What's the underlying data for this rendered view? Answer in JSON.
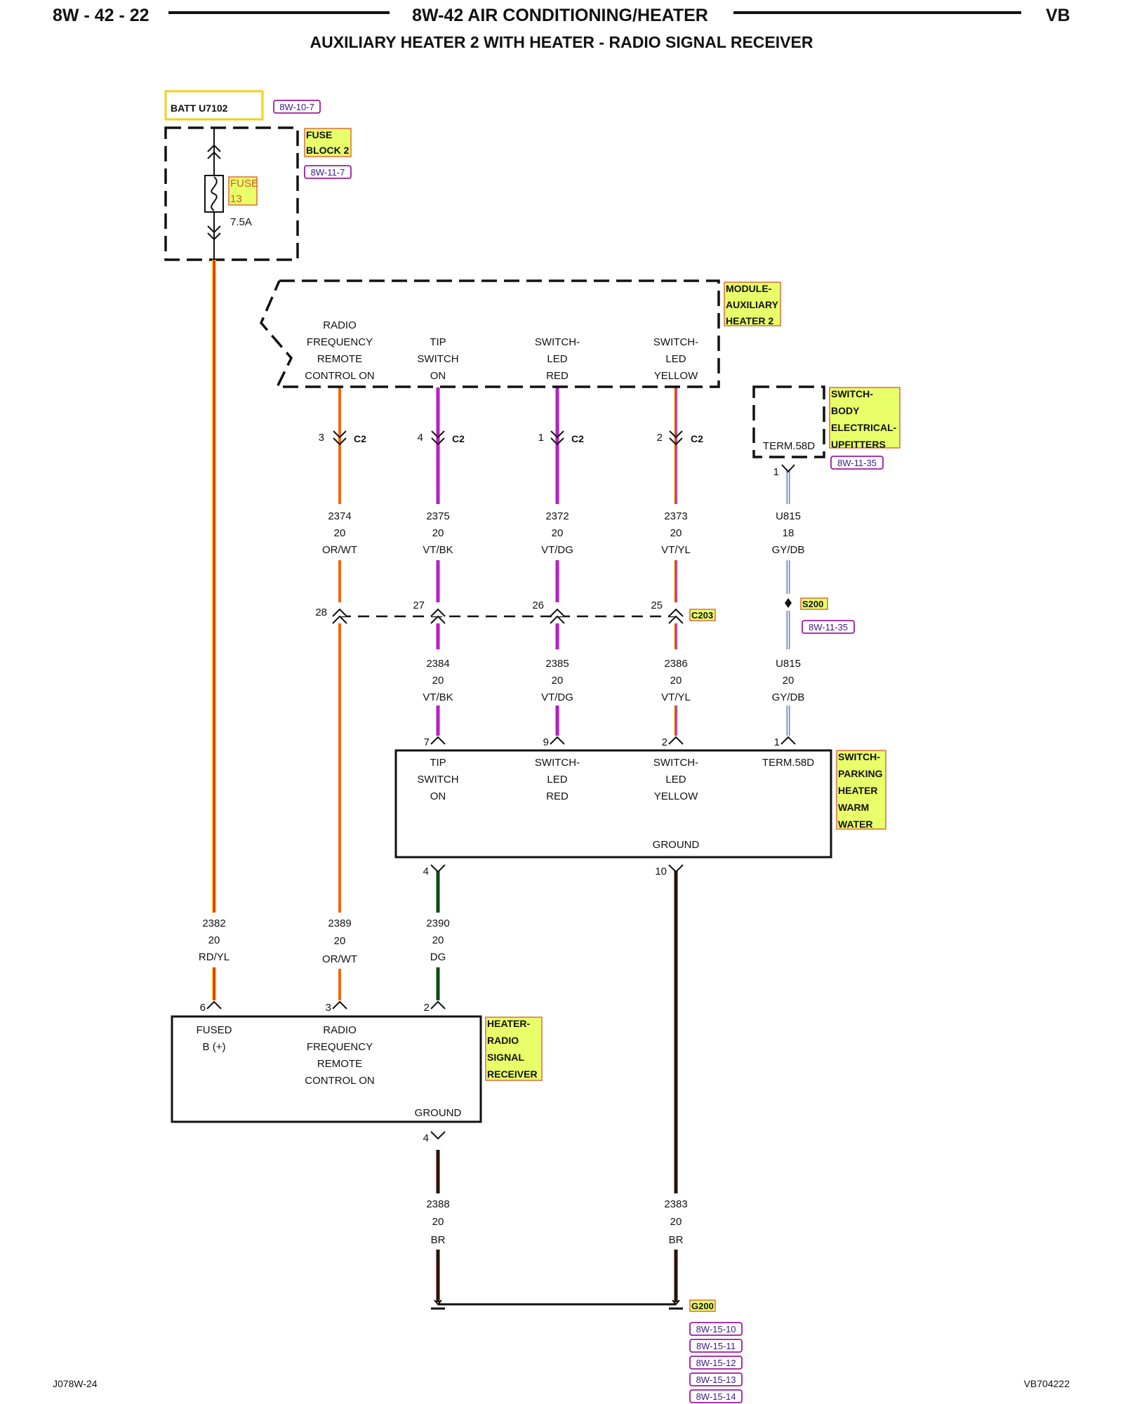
{
  "header": {
    "page": "8W - 42 - 22",
    "title": "8W-42 AIR CONDITIONING/HEATER",
    "model": "VB",
    "subtitle": "AUXILIARY HEATER 2 WITH HEATER - RADIO SIGNAL RECEIVER"
  },
  "batt": {
    "label": "BATT U7102",
    "ref": "8W-10-7"
  },
  "fuse_block": {
    "name_line1": "FUSE",
    "name_line2": "BLOCK 2",
    "ref": "8W-11-7",
    "fuse_line1": "FUSE",
    "fuse_line2": "13",
    "rating": "7.5A"
  },
  "module": {
    "name_line1": "MODULE-",
    "name_line2": "AUXILIARY",
    "name_line3": "HEATER 2",
    "pins": [
      {
        "line1": "RADIO",
        "line2": "FREQUENCY",
        "line3": "REMOTE",
        "line4": "CONTROL ON",
        "pin": "3",
        "conn": "C2"
      },
      {
        "line1": "",
        "line2": "TIP",
        "line3": "SWITCH",
        "line4": "ON",
        "pin": "4",
        "conn": "C2"
      },
      {
        "line1": "",
        "line2": "SWITCH-",
        "line3": "LED",
        "line4": "RED",
        "pin": "1",
        "conn": "C2"
      },
      {
        "line1": "",
        "line2": "SWITCH-",
        "line3": "LED",
        "line4": "YELLOW",
        "pin": "2",
        "conn": "C2"
      }
    ]
  },
  "switch_body": {
    "line1": "SWITCH-",
    "line2": "BODY",
    "line3": "ELECTRICAL-",
    "line4": "UPFITTERS",
    "ref": "8W-11-35",
    "term": "TERM.58D",
    "pin": "1"
  },
  "upper_wires": [
    {
      "circuit": "2374",
      "gauge": "20",
      "color": "OR/WT"
    },
    {
      "circuit": "2375",
      "gauge": "20",
      "color": "VT/BK"
    },
    {
      "circuit": "2372",
      "gauge": "20",
      "color": "VT/DG"
    },
    {
      "circuit": "2373",
      "gauge": "20",
      "color": "VT/YL"
    },
    {
      "circuit": "U815",
      "gauge": "18",
      "color": "GY/DB"
    }
  ],
  "c203": {
    "label": "C203",
    "pins": [
      "28",
      "27",
      "26",
      "25"
    ]
  },
  "s200": {
    "label": "S200",
    "ref": "8W-11-35"
  },
  "mid_wires": [
    {
      "circuit": "2384",
      "gauge": "20",
      "color": "VT/BK"
    },
    {
      "circuit": "2385",
      "gauge": "20",
      "color": "VT/DG"
    },
    {
      "circuit": "2386",
      "gauge": "20",
      "color": "VT/YL"
    },
    {
      "circuit": "U815",
      "gauge": "20",
      "color": "GY/DB"
    }
  ],
  "parking_switch": {
    "name_line1": "SWITCH-",
    "name_line2": "PARKING",
    "name_line3": "HEATER",
    "name_line4": "WARM",
    "name_line5": "WATER",
    "pins_top": [
      "7",
      "9",
      "2",
      "1"
    ],
    "func1_l1": "TIP",
    "func1_l2": "SWITCH",
    "func1_l3": "ON",
    "func2_l1": "SWITCH-",
    "func2_l2": "LED",
    "func2_l3": "RED",
    "func3_l1": "SWITCH-",
    "func3_l2": "LED",
    "func3_l3": "YELLOW",
    "func4_l1": "TERM.58D",
    "ground": "GROUND",
    "pin_out1": "4",
    "pin_out2": "10"
  },
  "lower_wires": [
    {
      "circuit": "2382",
      "gauge": "20",
      "color": "RD/YL"
    },
    {
      "circuit": "2389",
      "gauge": "20",
      "color": "OR/WT"
    },
    {
      "circuit": "2390",
      "gauge": "20",
      "color": "DG"
    }
  ],
  "receiver": {
    "name_line1": "HEATER-",
    "name_line2": "RADIO",
    "name_line3": "SIGNAL",
    "name_line4": "RECEIVER",
    "pins_top": [
      "6",
      "3",
      "2"
    ],
    "func1_l1": "FUSED",
    "func1_l2": "B (+)",
    "func2_l1": "RADIO",
    "func2_l2": "FREQUENCY",
    "func2_l3": "REMOTE",
    "func2_l4": "CONTROL ON",
    "ground": "GROUND",
    "pin_out": "4"
  },
  "ground_wires": [
    {
      "circuit": "2388",
      "gauge": "20",
      "color": "BR"
    },
    {
      "circuit": "2383",
      "gauge": "20",
      "color": "BR"
    }
  ],
  "g200": {
    "label": "G200",
    "refs": [
      "8W-15-10",
      "8W-15-11",
      "8W-15-12",
      "8W-15-13",
      "8W-15-14"
    ]
  },
  "footer": {
    "left": "J078W-24",
    "right": "VB704222"
  },
  "wire_colors": {
    "red_yellow": "#e8240c",
    "orange": "#f06a10",
    "violet": "#b61ec8",
    "yellow": "#f5e81c",
    "green": "#0f4a1a",
    "brown": "#2a1208",
    "gray": "#9aa0b8",
    "blue": "#6f86c8"
  }
}
